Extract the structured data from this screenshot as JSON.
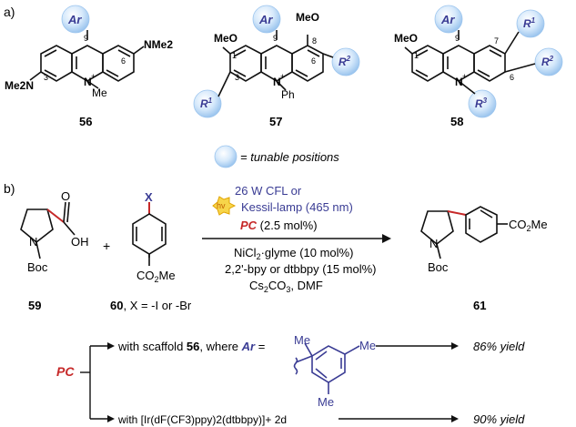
{
  "panel_a": {
    "label": "a)",
    "compounds": [
      {
        "id": "56",
        "ar": "Ar",
        "n_sub": "Me",
        "nme2_left": "Me2N",
        "nme2_right": "NMe2",
        "pos": [
          "9",
          "3",
          "6"
        ]
      },
      {
        "id": "57",
        "ar": "Ar",
        "ome_left": "MeO",
        "ome_top": "MeO",
        "r1": "R1",
        "r2": "R2",
        "n_sub": "Ph",
        "pos": [
          "1",
          "9",
          "8",
          "3",
          "6"
        ]
      },
      {
        "id": "58",
        "ar": "Ar",
        "ome_left": "MeO",
        "r1": "R1",
        "r2": "R2",
        "r3": "R3",
        "pos": [
          "1",
          "9",
          "7",
          "6"
        ]
      }
    ],
    "legend": "= tunable positions"
  },
  "panel_b": {
    "label": "b)",
    "reactant1": {
      "id": "59",
      "boc": "Boc",
      "n": "N",
      "o": "O",
      "oh": "OH"
    },
    "plus": "+",
    "reactant2": {
      "id_label": "60, X = -I or -Br",
      "x": "X",
      "ester": "CO2Me"
    },
    "hv": "hv",
    "conditions": [
      "26 W CFL or",
      "Kessil-lamp (465 nm)",
      "PC (2.5 mol%)",
      "NiCl2·glyme (10 mol%)",
      "2,2'-bpy or dtbbpy (15 mol%)",
      "Cs2CO3, DMF"
    ],
    "product": {
      "id": "61",
      "boc": "Boc",
      "n": "N",
      "ester": "CO2Me"
    }
  },
  "pc_branch": {
    "pc": "PC",
    "line1": "with scaffold 56, where Ar =",
    "line2": "with [Ir(dF(CF3)ppy)2(dtbbpy)]+ 2d",
    "yield1": "86% yield",
    "yield2": "90% yield",
    "mesityl_me": "Me"
  },
  "colors": {
    "accent_red": "#c62828",
    "accent_blue": "#3a3c94",
    "bubble": "#bcd9f5",
    "hv_fill": "#f7d54a"
  }
}
